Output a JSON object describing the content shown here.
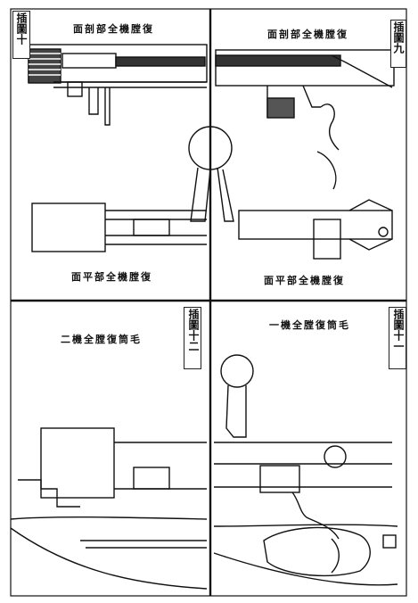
{
  "plates": [
    {
      "id": "plate-10",
      "label": "插圖十",
      "top_caption": "面剖部全機膛復",
      "bottom_caption": "面平部全機膛復"
    },
    {
      "id": "plate-9",
      "label": "插圖九",
      "top_caption": "面剖部全機膛復",
      "bottom_caption": "面平部全機膛復"
    },
    {
      "id": "plate-12",
      "label": "插圖十二",
      "top_caption": "二機全膛復筒毛"
    },
    {
      "id": "plate-11",
      "label": "插圖十一",
      "top_caption": "一機全膛復筒毛"
    }
  ]
}
